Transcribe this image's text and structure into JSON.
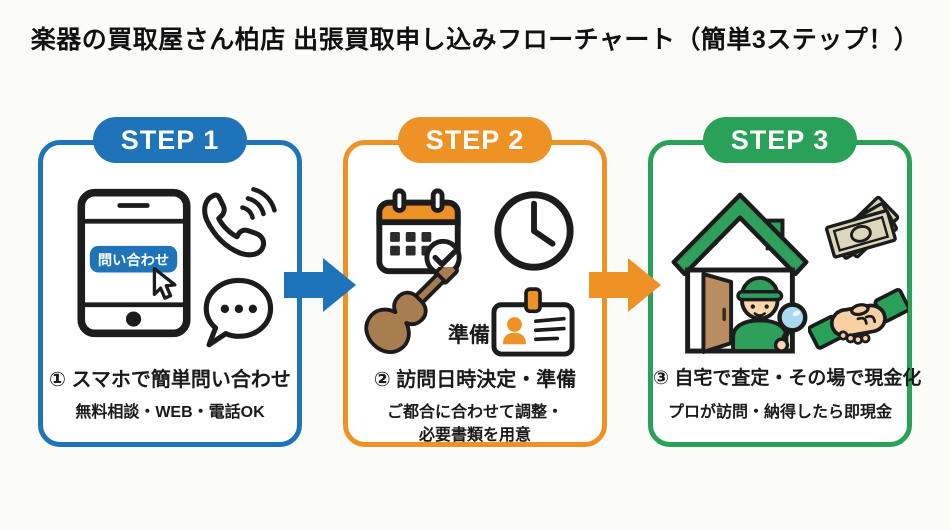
{
  "title": "楽器の買取屋さん柏店 出張買取申し込みフローチャート（簡単3ステップ！）",
  "accent_colors": {
    "step1_blue": "#1e73b9",
    "step2_orange": "#ef9226",
    "step3_green": "#2aa158",
    "text": "#1a1a1a"
  },
  "steps": [
    {
      "badge": "STEP 1",
      "heading": "① スマホで簡単問い合わせ",
      "sub1": "無料相談・WEB・電話OK",
      "phone_button_label": "問い合わせ",
      "icons": [
        "smartphone-icon",
        "inquiry-button",
        "cursor-icon",
        "phone-handset-icon",
        "chat-bubble-icon"
      ]
    },
    {
      "badge": "STEP 2",
      "heading": "② 訪問日時決定・準備",
      "sub1": "ご都合に合わせて調整・",
      "sub2": "必要書類を用意",
      "guitar_label": "準備",
      "icons": [
        "calendar-check-icon",
        "clock-icon",
        "guitar-icon",
        "id-card-icon"
      ]
    },
    {
      "badge": "STEP 3",
      "heading": "③ 自宅で査定・その場で現金化",
      "sub1": "プロが訪問・納得したら即現金",
      "icons": [
        "house-appraiser-icon",
        "money-bills-icon",
        "handshake-icon"
      ]
    }
  ],
  "arrows": [
    {
      "direction": "right",
      "color": "#1e73b9"
    },
    {
      "direction": "right",
      "color": "#ef9226"
    }
  ]
}
